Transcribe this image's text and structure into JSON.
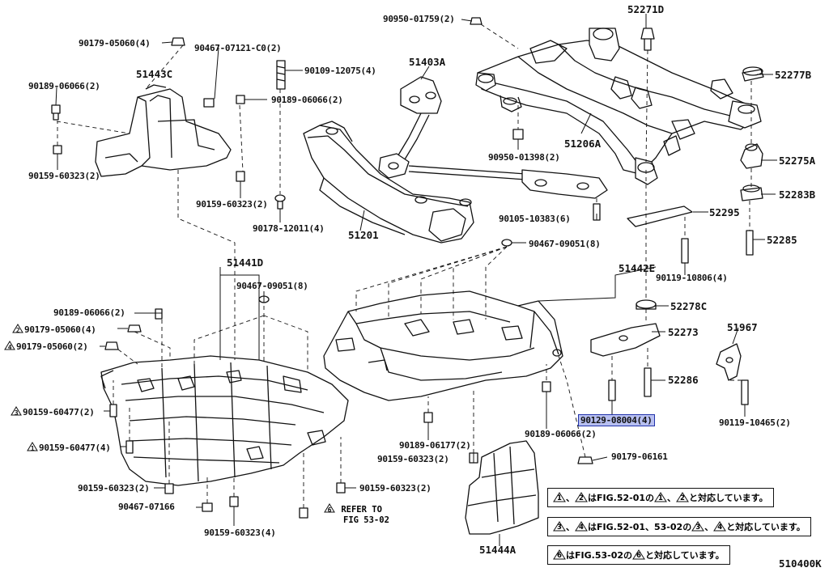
{
  "diagram_code": "510400K",
  "labels": [
    {
      "id": "p1",
      "text": "90950-01759(2)"
    },
    {
      "id": "p2",
      "text": "52271D"
    },
    {
      "id": "p3",
      "text": "90179-05060(4)"
    },
    {
      "id": "p4",
      "text": "90467-07121-C0(2)"
    },
    {
      "id": "p5",
      "text": "90109-12075(4)"
    },
    {
      "id": "p6",
      "text": "51403A"
    },
    {
      "id": "p7",
      "text": "90189-06066(2)"
    },
    {
      "id": "p8",
      "text": "51443C"
    },
    {
      "id": "p9",
      "text": "90189-06066(2)"
    },
    {
      "id": "p10",
      "text": "52277B"
    },
    {
      "id": "p11",
      "text": "51206A"
    },
    {
      "id": "p12",
      "text": "90950-01398(2)"
    },
    {
      "id": "p13",
      "text": "52275A"
    },
    {
      "id": "p14",
      "text": "90159-60323(2)"
    },
    {
      "id": "p15",
      "text": "90159-60323(2)"
    },
    {
      "id": "p16",
      "text": "52283B"
    },
    {
      "id": "p17",
      "text": "90178-12011(4)"
    },
    {
      "id": "p18",
      "text": "51201"
    },
    {
      "id": "p19",
      "text": "90105-10383(6)"
    },
    {
      "id": "p20",
      "text": "52295"
    },
    {
      "id": "p21",
      "text": "52285"
    },
    {
      "id": "p22",
      "text": "90467-09051(8)"
    },
    {
      "id": "p23",
      "text": "51441D"
    },
    {
      "id": "p24",
      "text": "51442E"
    },
    {
      "id": "p25",
      "text": "90119-10806(4)"
    },
    {
      "id": "p26",
      "text": "90467-09051(8)"
    },
    {
      "id": "p27",
      "text": "52278C"
    },
    {
      "id": "p28",
      "text": "90189-06066(2)"
    },
    {
      "id": "p29",
      "text": "51967"
    },
    {
      "id": "p30",
      "text": "52273"
    },
    {
      "id": "p31",
      "text": "90179-05060(4)"
    },
    {
      "id": "p32",
      "text": "90179-05060(2)"
    },
    {
      "id": "p33",
      "text": "52286"
    },
    {
      "id": "p34",
      "text": "90159-60477(2)"
    },
    {
      "id": "p35",
      "text": "90129-08004(4)"
    },
    {
      "id": "p36",
      "text": "90119-10465(2)"
    },
    {
      "id": "p37",
      "text": "90189-06177(2)"
    },
    {
      "id": "p38",
      "text": "90189-06066(2)"
    },
    {
      "id": "p39",
      "text": "90159-60477(4)"
    },
    {
      "id": "p40",
      "text": "90159-60323(2)"
    },
    {
      "id": "p41",
      "text": "90179-06161"
    },
    {
      "id": "p42",
      "text": "90159-60323(2)"
    },
    {
      "id": "p43",
      "text": "90159-60323(2)"
    },
    {
      "id": "p44",
      "text": "90467-07166"
    },
    {
      "id": "p45",
      "text": "90159-60323(4)"
    },
    {
      "id": "p46",
      "text": "51444A"
    }
  ],
  "reference": {
    "marker": "6",
    "line1": "REFER TO",
    "line2": "FIG 53-02"
  },
  "notes": [
    {
      "id": "n1",
      "markers": [
        "1",
        "2"
      ],
      "t1": "は",
      "t2": "FIG.52-01",
      "t3": "の",
      "t4": "と対応しています。"
    },
    {
      "id": "n2",
      "markers": [
        "3",
        "4"
      ],
      "t1": "は",
      "t2": "FIG.52-01、53-02",
      "t3": "の",
      "t4": "と対応しています。"
    },
    {
      "id": "n3",
      "markers": [
        "6"
      ],
      "t1": "は",
      "t2": "FIG.53-02",
      "t3": "の",
      "t4": "と対応しています。"
    }
  ],
  "markers": {
    "m2": "2",
    "m4": "4",
    "m3": "3",
    "m1": "1"
  },
  "highlight_color": "#b7bff0"
}
